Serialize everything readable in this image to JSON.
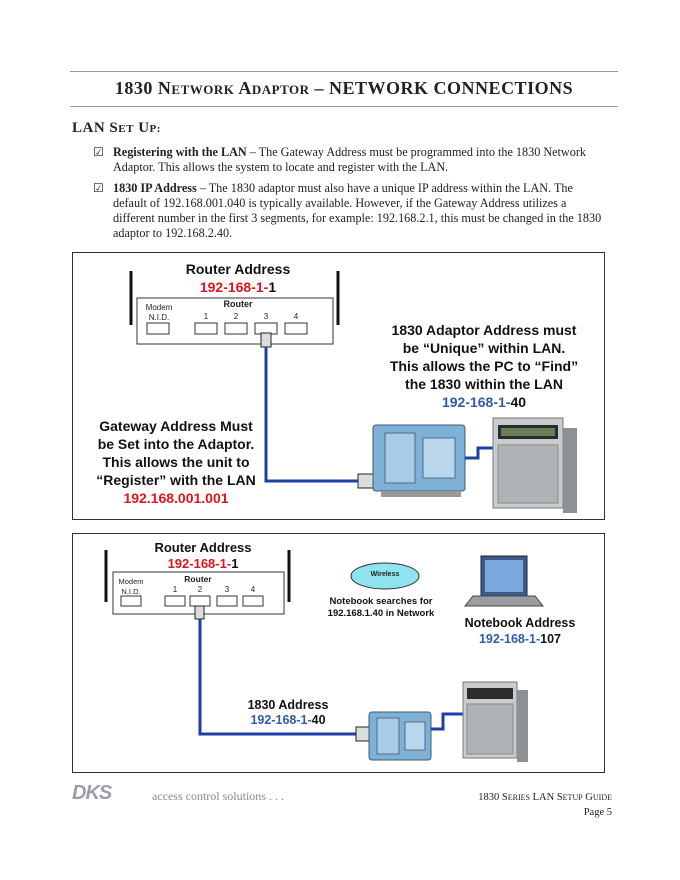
{
  "header": {
    "title_part1_big": "1830 N",
    "title_part1_small": "ETWORK",
    "title_part2_big": " A",
    "title_part2_small": "DAPTOR",
    "title_part3": " –  NETWORK CONNECTIONS"
  },
  "section": {
    "big1": "LAN S",
    "small1": "ET",
    "big2": " U",
    "small2": "P:"
  },
  "bullets": [
    {
      "bold": "Registering with the LAN",
      "text": "  – The Gateway Address must be programmed into the 1830 Network Adaptor. This allows the system to locate and register with the LAN."
    },
    {
      "bold": "1830 IP Address",
      "text": " – The 1830 adaptor must also have a unique IP address within the LAN.  The default of 192.168.001.040 is typically available.  However, if the Gateway Address utilizes a different number in the first 3 segments, for example:  192.168.2.1, this must be changed in the 1830 adaptor to 192.168.2.40."
    }
  ],
  "diagram1": {
    "router_address_label": "Router Address",
    "router_ip_prefix": "192-168-1-",
    "router_ip_suffix": "1",
    "modem_label": "Modem",
    "nid_label": "N.I.D.",
    "router_label": "Router",
    "ports": [
      "1",
      "2",
      "3",
      "4"
    ],
    "adaptor_text": [
      "1830 Adaptor Address must",
      "be “Unique” within LAN.",
      "This allows the PC to “Find”",
      "the 1830 within the LAN"
    ],
    "adaptor_ip_prefix": "192-168-1-",
    "adaptor_ip_suffix": "40",
    "gateway_text": [
      "Gateway Address Must",
      "be Set into the Adaptor.",
      "This allows the unit to",
      "“Register” with the LAN"
    ],
    "gateway_ip": "192.168.001.001"
  },
  "diagram2": {
    "router_address_label": "Router Address",
    "router_ip_prefix": "192-168-1-",
    "router_ip_suffix": "1",
    "modem_label": "Modem",
    "nid_label": "N.I.D.",
    "router_label": "Router",
    "ports": [
      "1",
      "2",
      "3",
      "4"
    ],
    "wireless_label": "Wireless",
    "notebook_search": [
      "Notebook searches for",
      "192.168.1.40 in Network"
    ],
    "notebook_address_label": "Notebook Address",
    "notebook_ip_prefix": "192-168-1-",
    "notebook_ip_suffix": "107",
    "adaptor_address_label": "1830 Address",
    "adaptor_ip_prefix": "192-168-1-",
    "adaptor_ip_suffix": "40"
  },
  "footer": {
    "logo": "DKS",
    "tagline": "access control solutions . . .",
    "guide_big1": "1830 S",
    "guide_small1": "ERIES",
    "guide_big2": " LAN S",
    "guide_small2": "ETUP",
    "guide_big3": " G",
    "guide_small3": "UIDE",
    "page": "Page 5"
  },
  "colors": {
    "red": "#e0141a",
    "blue": "#2f5da8",
    "cable": "#1f3fa8"
  }
}
